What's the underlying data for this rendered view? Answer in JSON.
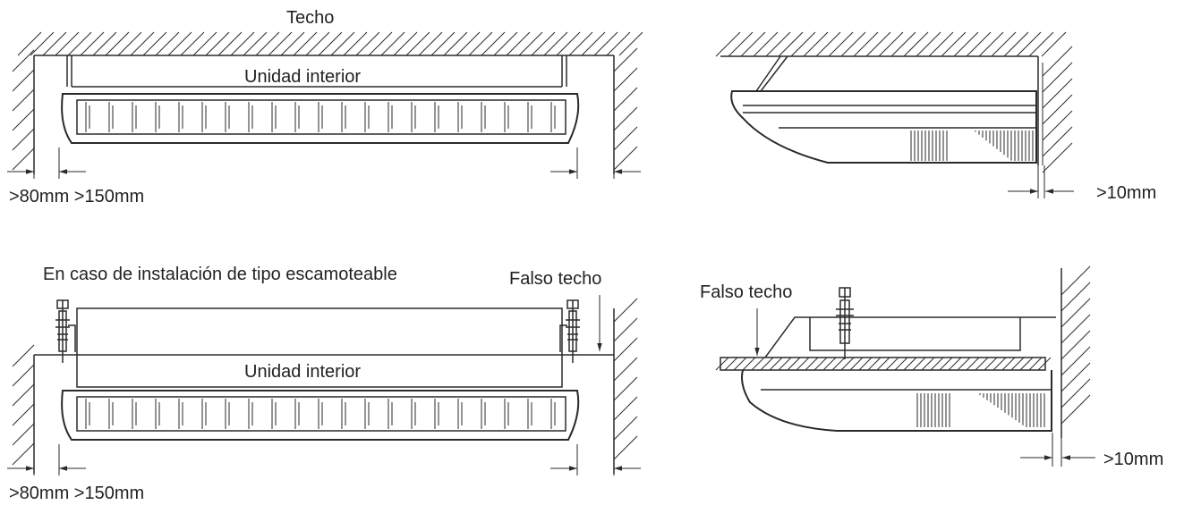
{
  "top_left": {
    "ceiling_label": "Techo",
    "unit_label": "Unidad interior",
    "clearance_label": ">80mm >150mm"
  },
  "top_right": {
    "clearance_label": ">10mm"
  },
  "bottom_left": {
    "caption": "En caso de instalación de tipo escamoteable",
    "false_ceiling_label": "Falso techo",
    "unit_label": "Unidad interior",
    "clearance_label": ">80mm >150mm"
  },
  "bottom_right": {
    "false_ceiling_label": "Falso techo",
    "clearance_label": ">10mm"
  },
  "colors": {
    "line": "#2a2a2a",
    "text": "#222222",
    "background": "#ffffff"
  }
}
